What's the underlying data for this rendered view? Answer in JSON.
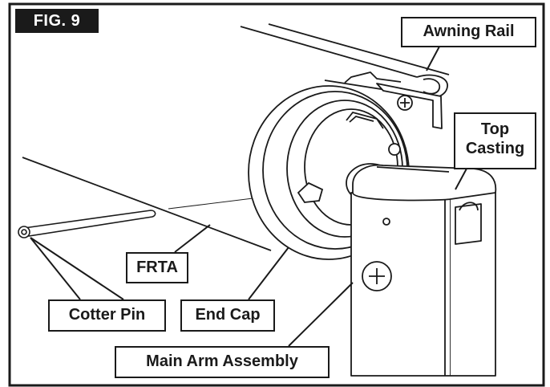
{
  "figure": {
    "tag": "FIG. 9",
    "labels": {
      "awning_rail": "Awning Rail",
      "top_casting_line1": "Top",
      "top_casting_line2": "Casting",
      "frta": "FRTA",
      "cotter_pin": "Cotter Pin",
      "end_cap": "End Cap",
      "main_arm_assembly": "Main Arm Assembly"
    }
  },
  "colors": {
    "ink": "#1a1a1a",
    "background": "#ffffff"
  }
}
